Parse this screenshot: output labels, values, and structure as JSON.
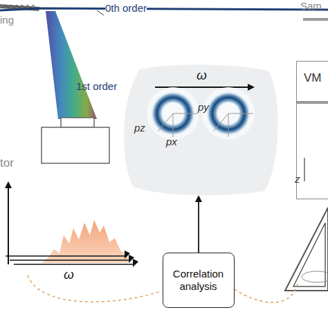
{
  "diagram": {
    "nodes": [
      {
        "text": [
          "ω",
          "py",
          "pz",
          "px"
        ]
      },
      {
        "text": [
          "Correlation analysis"
        ]
      },
      {
        "text": [
          "VM"
        ]
      }
    ],
    "edges": [
      {
        "from": 1,
        "to": 0,
        "arrow": "to"
      }
    ],
    "labels": [
      "ing",
      "0th order",
      "1st order",
      "tor",
      "ω",
      "Sam",
      "z"
    ]
  }
}
